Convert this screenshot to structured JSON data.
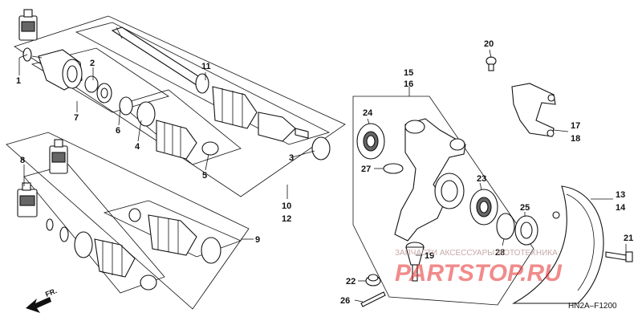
{
  "diagram": {
    "code": "HN2A–F1200",
    "direction_label": "FR.",
    "watermark": {
      "line1": "ЗАПЧАСТИ АКСЕССУАРЫ МОТОТЕХНИКА",
      "line2": "PARTSTOP.RU"
    },
    "callouts": {
      "c1": "1",
      "c2": "2",
      "c3": "3",
      "c4": "4",
      "c5": "5",
      "c6": "6",
      "c7": "7",
      "c8": "8",
      "c9": "9",
      "c10": "10",
      "c11": "11",
      "c12": "12",
      "c13": "13",
      "c14": "14",
      "c15": "15",
      "c16": "16",
      "c17": "17",
      "c18": "18",
      "c19": "19",
      "c20": "20",
      "c21": "21",
      "c22": "22",
      "c23": "23",
      "c24": "24",
      "c25": "25",
      "c26": "26",
      "c27": "27",
      "c28": "28"
    },
    "colors": {
      "line": "#111111",
      "watermark": "#e52b2b"
    }
  }
}
